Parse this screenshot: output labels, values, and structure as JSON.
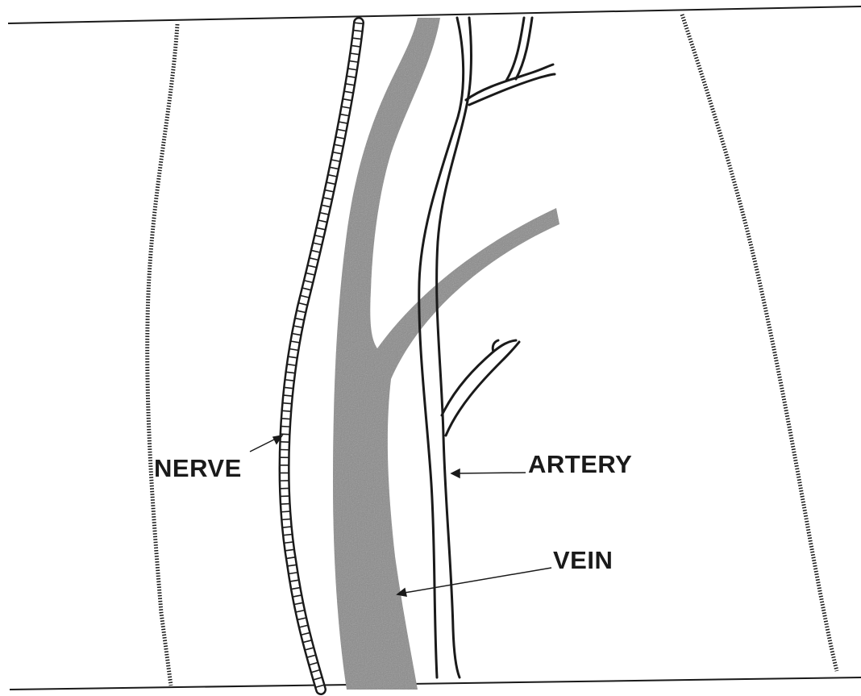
{
  "labels": {
    "nerve": "NERVE",
    "artery": "ARTERY",
    "vein": "VEIN"
  },
  "colors": {
    "ink": "#1a1a1a",
    "vein_fill": "#8a8a8a",
    "background": "#ffffff"
  }
}
